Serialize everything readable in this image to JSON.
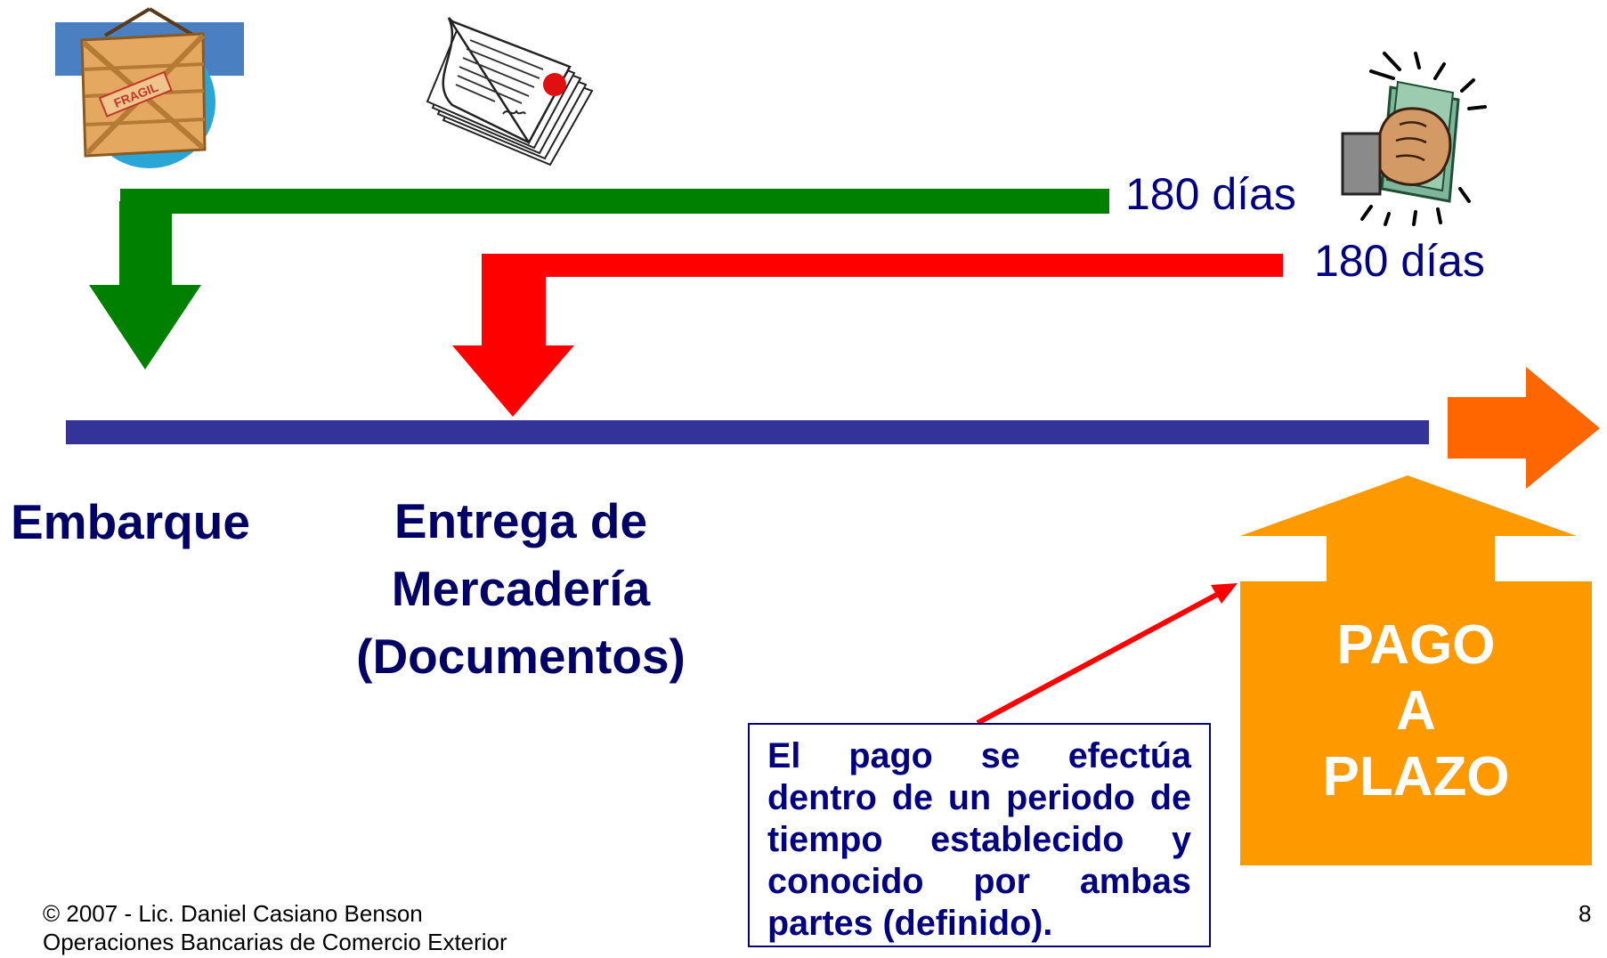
{
  "labels": {
    "green_days": "180 días",
    "red_days": "180 días",
    "embarque": "Embarque",
    "entrega_line1": "Entrega de",
    "entrega_line2": "Mercadería",
    "entrega_line3": "(Documentos)",
    "pago_line1": "PAGO",
    "pago_line2": "A",
    "pago_line3": "PLAZO"
  },
  "note": "El pago se efectúa dentro de un periodo de tiempo establecido y conocido por ambas partes (definido).",
  "footer": {
    "copyright": "© 2007 -  Lic. Daniel Casiano Benson",
    "course": "Operaciones Bancarias de Comercio Exterior",
    "page_number": "8"
  },
  "icons": [
    "shipping-crate-icon",
    "document-certificate-icon",
    "money-fist-icon"
  ],
  "colors": {
    "timeline": "#333399",
    "green_arrow": "#008000",
    "red_arrow": "#ff0000",
    "orange_arrow": "#ff6600",
    "pago_box": "#ff9900",
    "text_navy": "#000066"
  }
}
